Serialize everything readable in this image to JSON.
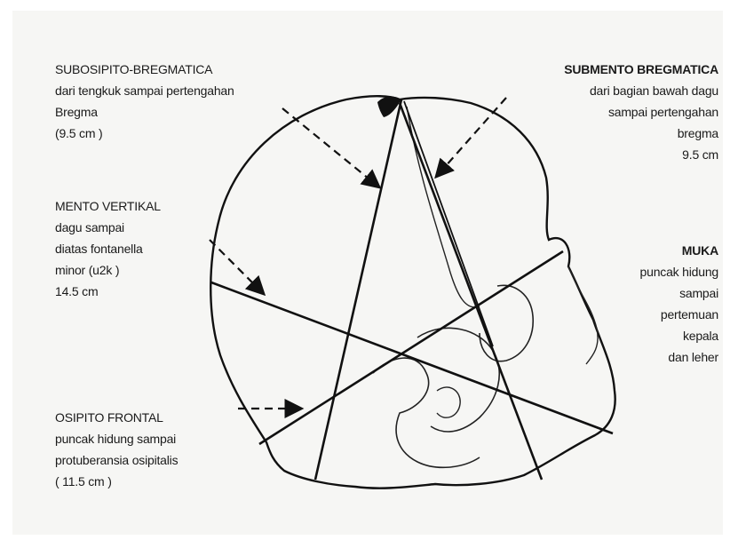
{
  "labels": {
    "subosipito": {
      "title": "SUBOSIPITO-BREGMATICA",
      "lines": [
        "dari tengkuk sampai pertengahan",
        "Bregma",
        "(9.5 cm )"
      ]
    },
    "mento": {
      "title": "MENTO VERTIKAL",
      "lines": [
        "dagu sampai",
        "diatas fontanella",
        "minor (u2k )",
        "14.5 cm"
      ]
    },
    "osipito": {
      "title": "OSIPITO FRONTAL",
      "lines": [
        "puncak hidung sampai",
        "protuberansia osipitalis",
        "( 11.5 cm )"
      ]
    },
    "submento": {
      "title": "SUBMENTO BREGMATICA",
      "lines": [
        "dari bagian bawah dagu",
        "sampai pertengahan",
        "bregma",
        "9.5 cm"
      ]
    },
    "muka": {
      "title": "MUKA",
      "lines": [
        "puncak hidung",
        "sampai",
        "pertemuan",
        "kepala",
        "dan leher"
      ]
    }
  }
}
